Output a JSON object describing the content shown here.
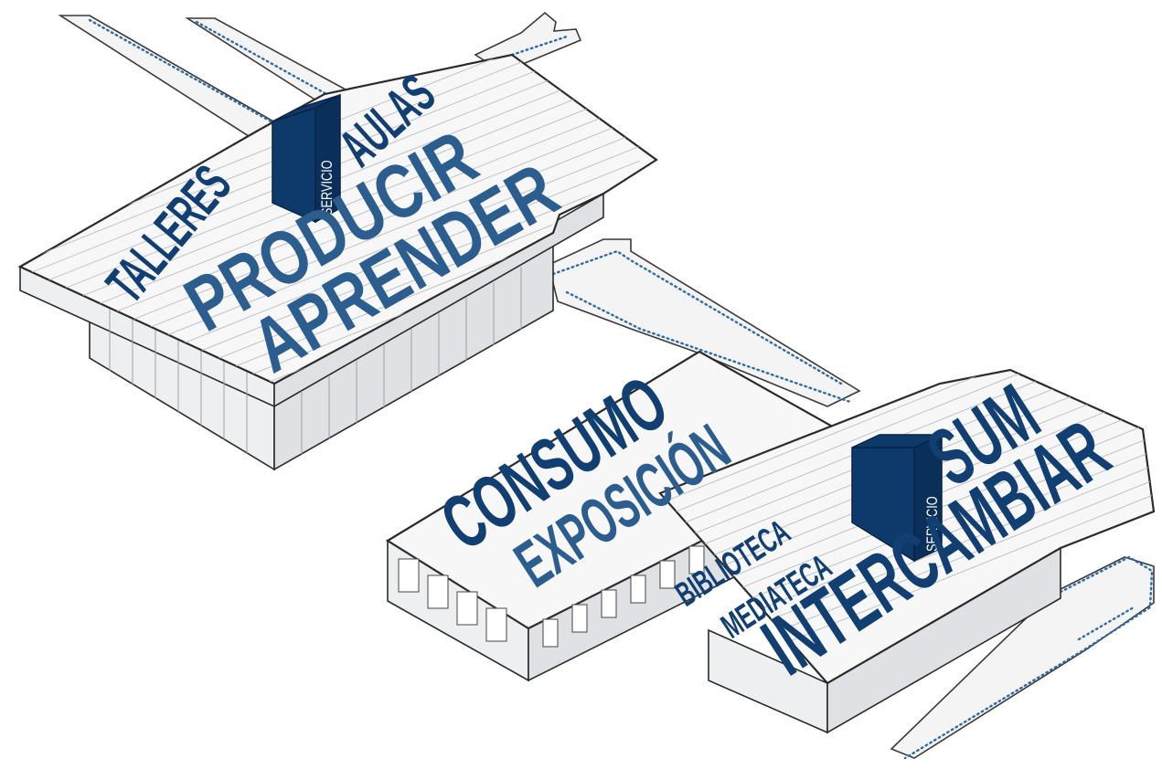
{
  "labels": {
    "talleres": "TALLERES",
    "aulas": "AULAS",
    "servicio_1": "SERVICIO",
    "producir": "PRODUCIR",
    "aprender": "APRENDER",
    "consumo": "CONSUMO",
    "exposicion": "EXPOSICIÓN",
    "biblioteca": "BIBLIOTECA",
    "mediateca": "MEDIATECA",
    "servicio_2": "SERVICIO",
    "sum": "SUM",
    "intercambiar": "INTERCAMBIAR"
  },
  "colors": {
    "label_dark": "#123f72",
    "label_mid": "#2c5d8f",
    "service_block": "#0e3a6b",
    "path_dots": "#2f6aa8"
  }
}
